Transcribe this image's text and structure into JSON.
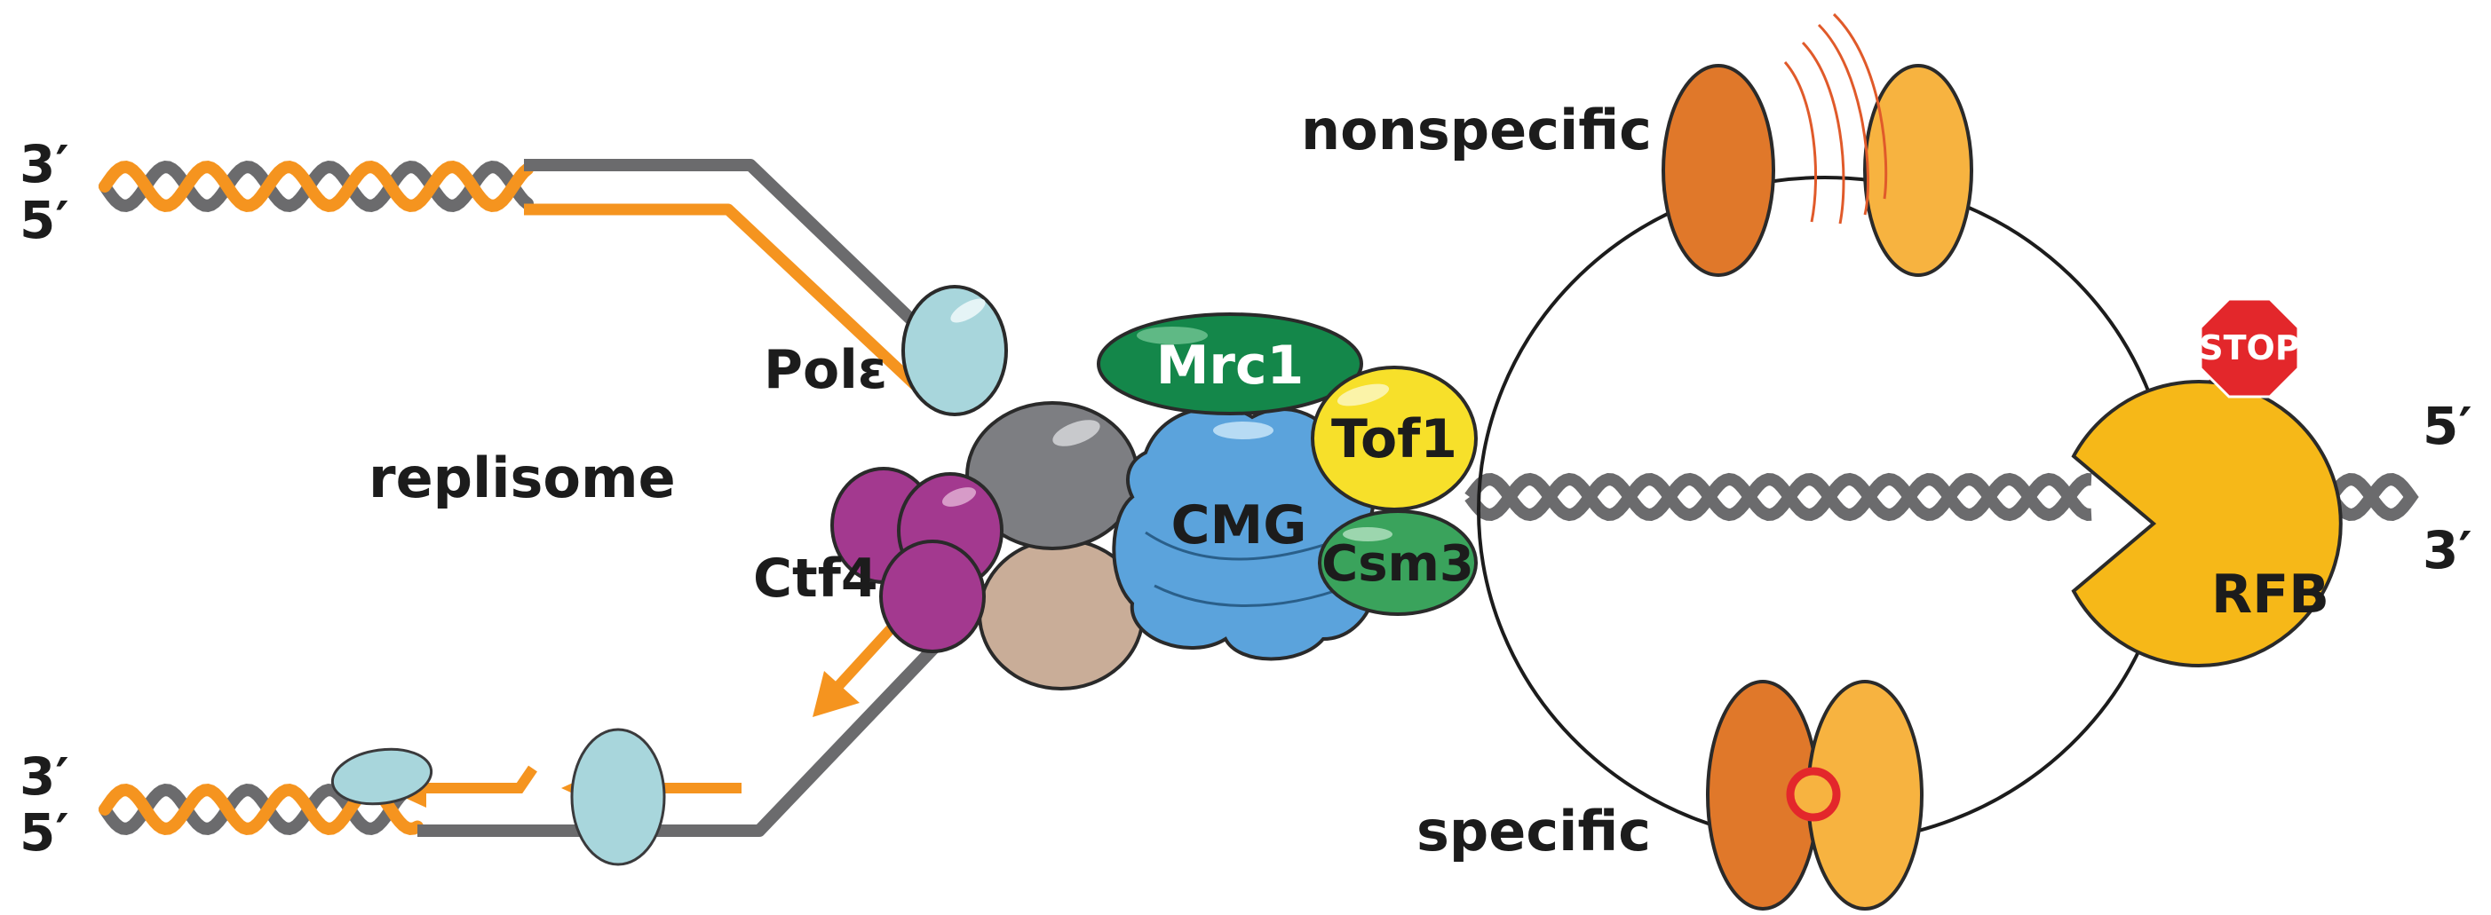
{
  "labels": {
    "top_left_3": "3′",
    "top_left_5": "5′",
    "bottom_left_3": "3′",
    "bottom_left_5": "5′",
    "right_5": "5′",
    "right_3": "3′",
    "pol": "Polε",
    "replisome": "replisome",
    "ctf4": "Ctf4",
    "mrc1": "Mrc1",
    "tof1": "Tof1",
    "cmg": "CMG",
    "csm3": "Csm3",
    "nonspecific": "nonspecific",
    "specific": "specific",
    "rfb": "RFB",
    "stop": "STOP"
  },
  "colors": {
    "strand_gray": "#6b6b6d",
    "strand_orange": "#f5941f",
    "pol_cyan": "#a8d6dc",
    "mrc1_green": "#14874a",
    "tof1_yellow": "#f7e02a",
    "cmg_blue": "#5ba3dc",
    "csm3_green": "#3aa35c",
    "ctf4_purple": "#a3398f",
    "gray_subunit": "#7d7e82",
    "tan_subunit": "#c9ad98",
    "dark_orange": "#e0782a",
    "light_orange": "#f7b340",
    "rfb_yellow": "#f6b818",
    "stop_red": "#e3272b"
  }
}
